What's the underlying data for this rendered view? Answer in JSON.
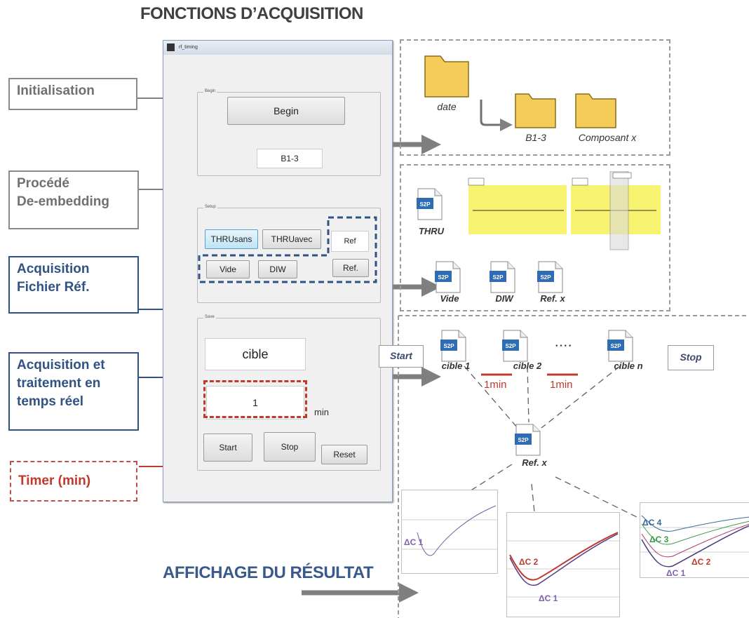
{
  "titles": {
    "top": "FONCTIONS D’ACQUISITION",
    "bottom": "AFFICHAGE DU RÉSULTAT"
  },
  "labels": {
    "init": "Initialisation",
    "deemb_1": "Procédé",
    "deemb_2": "De-embedding",
    "acq_ref_1": "Acquisition",
    "acq_ref_2": "Fichier Réf.",
    "acq_rt_1": "Acquisition et",
    "acq_rt_2": "traitement en",
    "acq_rt_3": "temps réel",
    "timer": "Timer (min)"
  },
  "window": {
    "title": "rf_timing",
    "begin_group": "Begin",
    "begin_btn": "Begin",
    "begin_field": "B1-3",
    "setup_group": "Setup",
    "thru_sans": "THRUsans",
    "thru_avec": "THRUavec",
    "ref_field": "Ref",
    "vide": "Vide",
    "diw": "DIW",
    "ref_btn": "Ref.",
    "save_group": "Save",
    "cible_field": "cible",
    "timer_value": "1",
    "min_unit": "min",
    "start": "Start",
    "stop": "Stop",
    "reset": "Reset"
  },
  "folders": {
    "date": "date",
    "b13": "B1-3",
    "comp": "Composant x"
  },
  "files": {
    "s2p": "S2P",
    "thru": "THRU",
    "vide": "Vide",
    "diw": "DIW",
    "refx": "Ref. x",
    "cible1": "cible 1",
    "cible2": "cible 2",
    "ciblen": "cible n",
    "dots": "• • • •",
    "interval1": "1min",
    "interval2": "1min"
  },
  "flow": {
    "start": "Start",
    "stop": "Stop"
  },
  "plots": {
    "dc1": "ΔC 1",
    "dc2": "ΔC 2",
    "dc3": "ΔC 3",
    "dc4": "ΔC 4"
  },
  "colors": {
    "gray_box": "#8a8a8a",
    "blue_box": "#2f5383",
    "red": "#c0392b",
    "file_blue": "#2e6db4"
  }
}
